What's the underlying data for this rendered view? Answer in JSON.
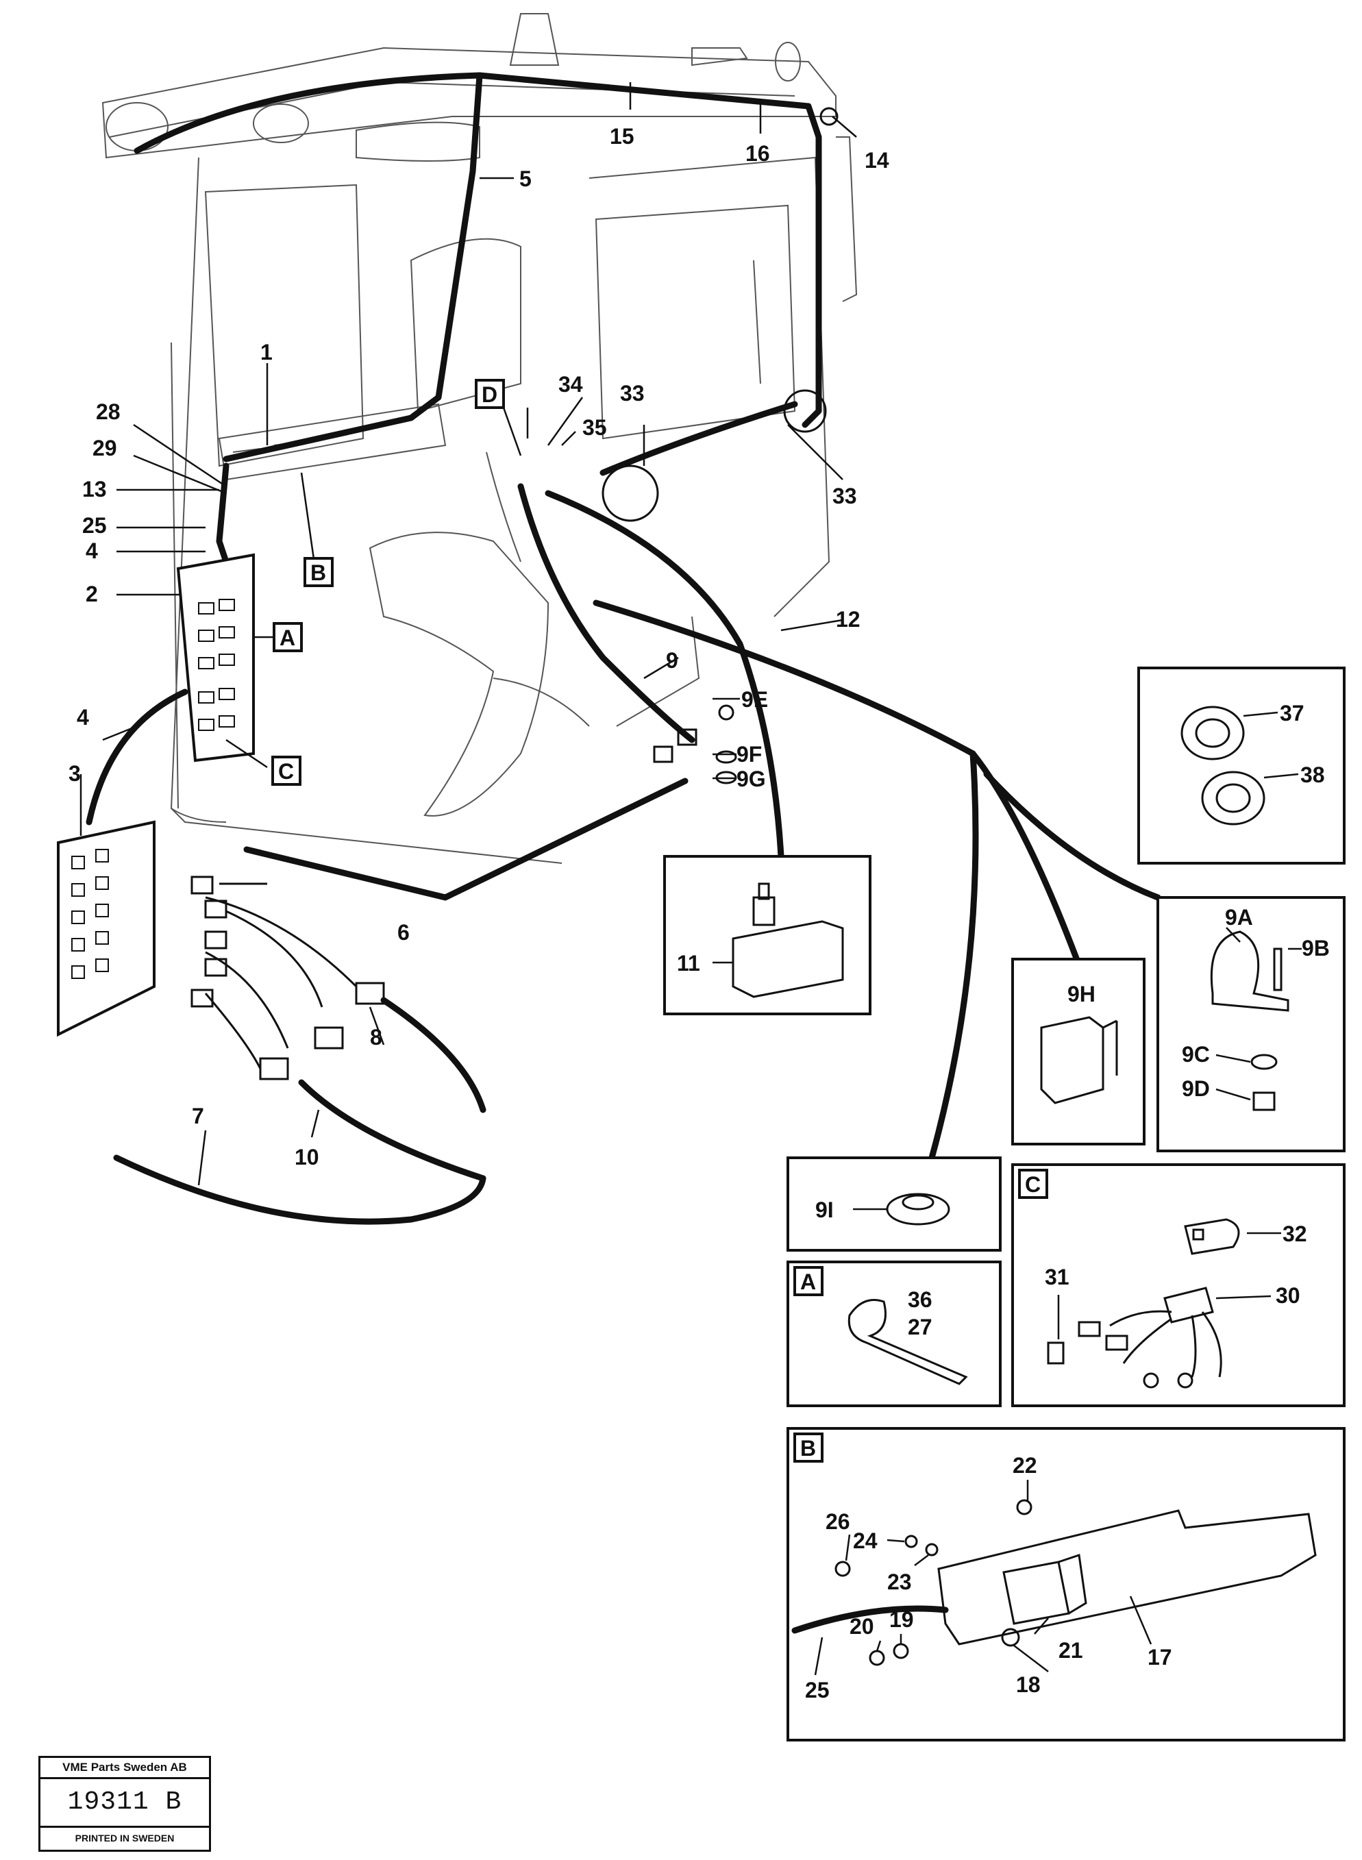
{
  "callouts": {
    "c1": "1",
    "c2": "2",
    "c3": "3",
    "c4a": "4",
    "c4b": "4",
    "c5": "5",
    "c6": "6",
    "c7": "7",
    "c8": "8",
    "c9": "9",
    "c9e": "9E",
    "c9f": "9F",
    "c9g": "9G",
    "c10": "10",
    "c11": "11",
    "c12": "12",
    "c13": "13",
    "c14": "14",
    "c15": "15",
    "c16": "16",
    "c25": "25",
    "c28": "28",
    "c29": "29",
    "c33a": "33",
    "c33b": "33",
    "c34": "34",
    "c35": "35"
  },
  "detail_tags": {
    "main_a": "A",
    "main_b": "B",
    "main_c": "C",
    "main_d": "D",
    "inset_a": "A",
    "inset_b": "B",
    "inset_c": "C"
  },
  "inset_labels": {
    "p37": "37",
    "p38": "38",
    "p9a": "9A",
    "p9b": "9B",
    "p9c": "9C",
    "p9d": "9D",
    "p9h": "9H",
    "p9i": "9I",
    "p36": "36",
    "p27": "27",
    "p30": "30",
    "p31": "31",
    "p32": "32",
    "p17": "17",
    "p18": "18",
    "p19": "19",
    "p20": "20",
    "p21": "21",
    "p22": "22",
    "p23": "23",
    "p24": "24",
    "p25": "25",
    "p26": "26",
    "p11": "11"
  },
  "title_block": {
    "company": "VME Parts Sweden AB",
    "drawing_number": "19311 B",
    "printed": "PRINTED IN SWEDEN"
  }
}
